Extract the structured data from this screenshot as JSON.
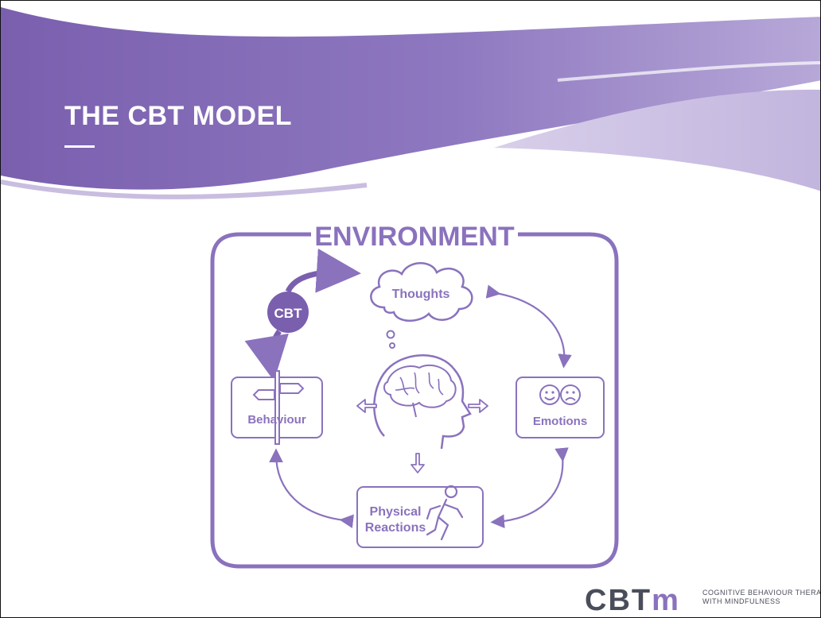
{
  "slide": {
    "title": "THE CBT MODEL"
  },
  "diagram": {
    "frame_label": "ENVIRONMENT",
    "nodes": {
      "thoughts": "Thoughts",
      "emotions": "Emotions",
      "behaviour": "Behaviour",
      "physical_line1": "Physical",
      "physical_line2": "Reactions",
      "cbt": "CBT"
    }
  },
  "logo": {
    "mark": "CBT",
    "mark_suffix": "m",
    "tagline_line1": "COGNITIVE BEHAVIOUR THERAPY",
    "tagline_line2": "WITH MINDFULNESS"
  },
  "colors": {
    "accent": "#8a72bd",
    "accent_dark": "#7a5fae",
    "banner_light": "#c9bde0",
    "logo_grey": "#4a4e5a"
  },
  "icons": [
    "thought-cloud-icon",
    "smiley-face-icon",
    "sad-face-icon",
    "signpost-icon",
    "running-person-icon",
    "brain-head-icon"
  ]
}
